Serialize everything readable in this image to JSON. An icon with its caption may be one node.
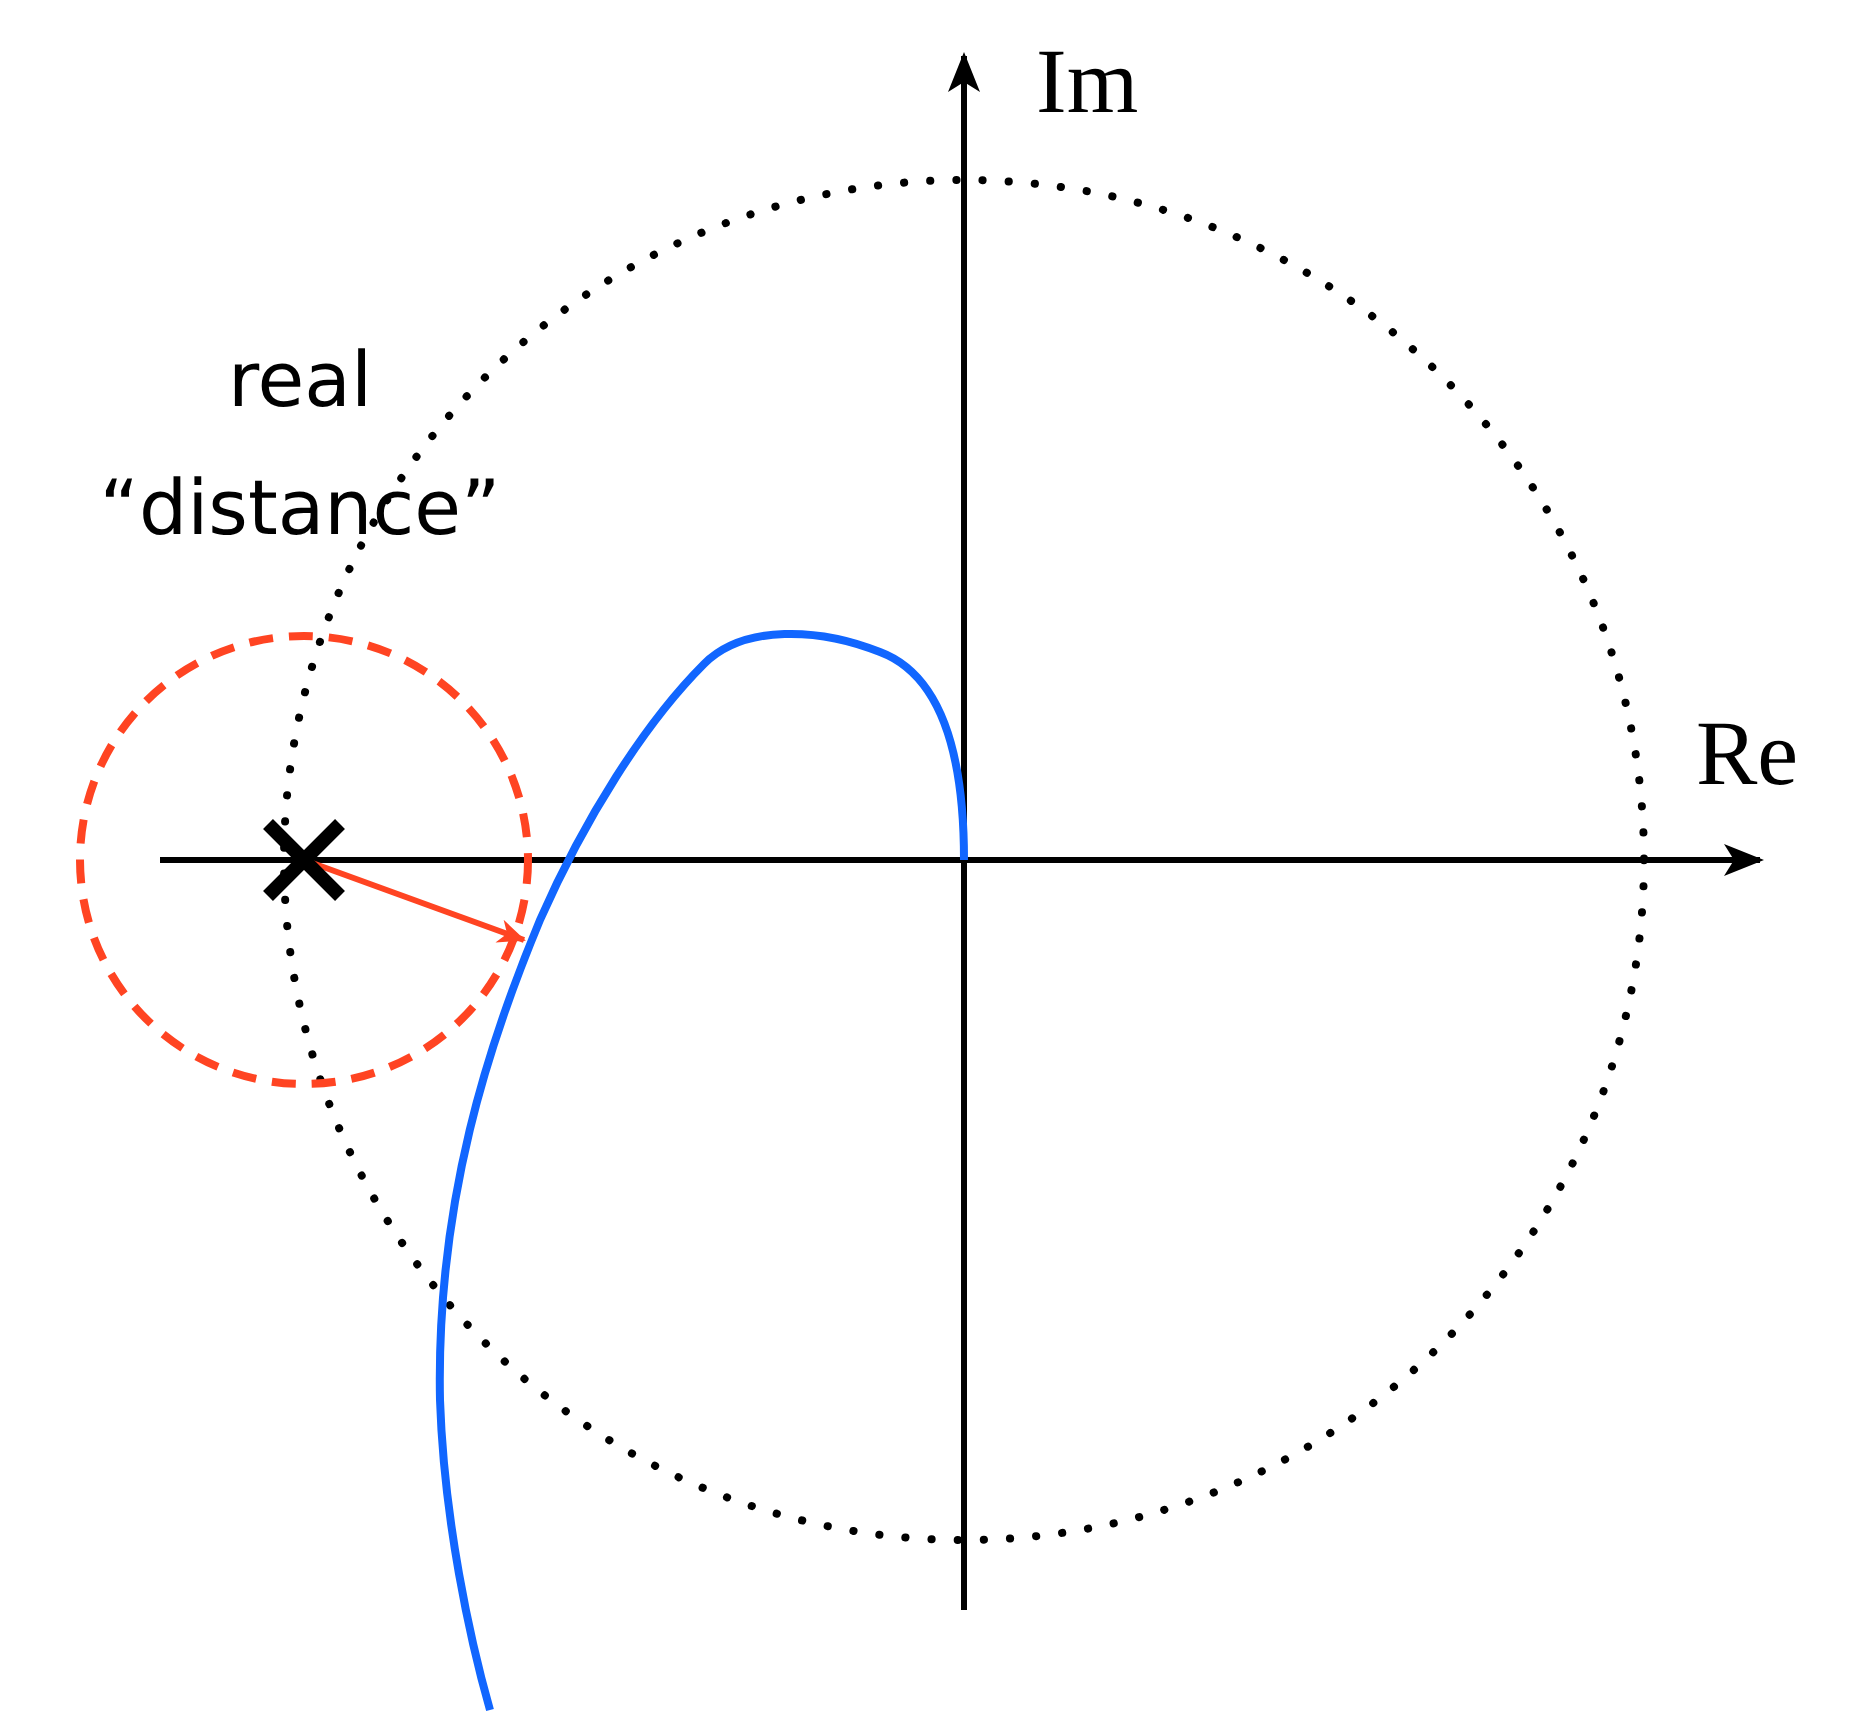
{
  "diagram": {
    "labels": [
      "Im",
      "Re",
      "real “distance”"
    ]
  }
}
